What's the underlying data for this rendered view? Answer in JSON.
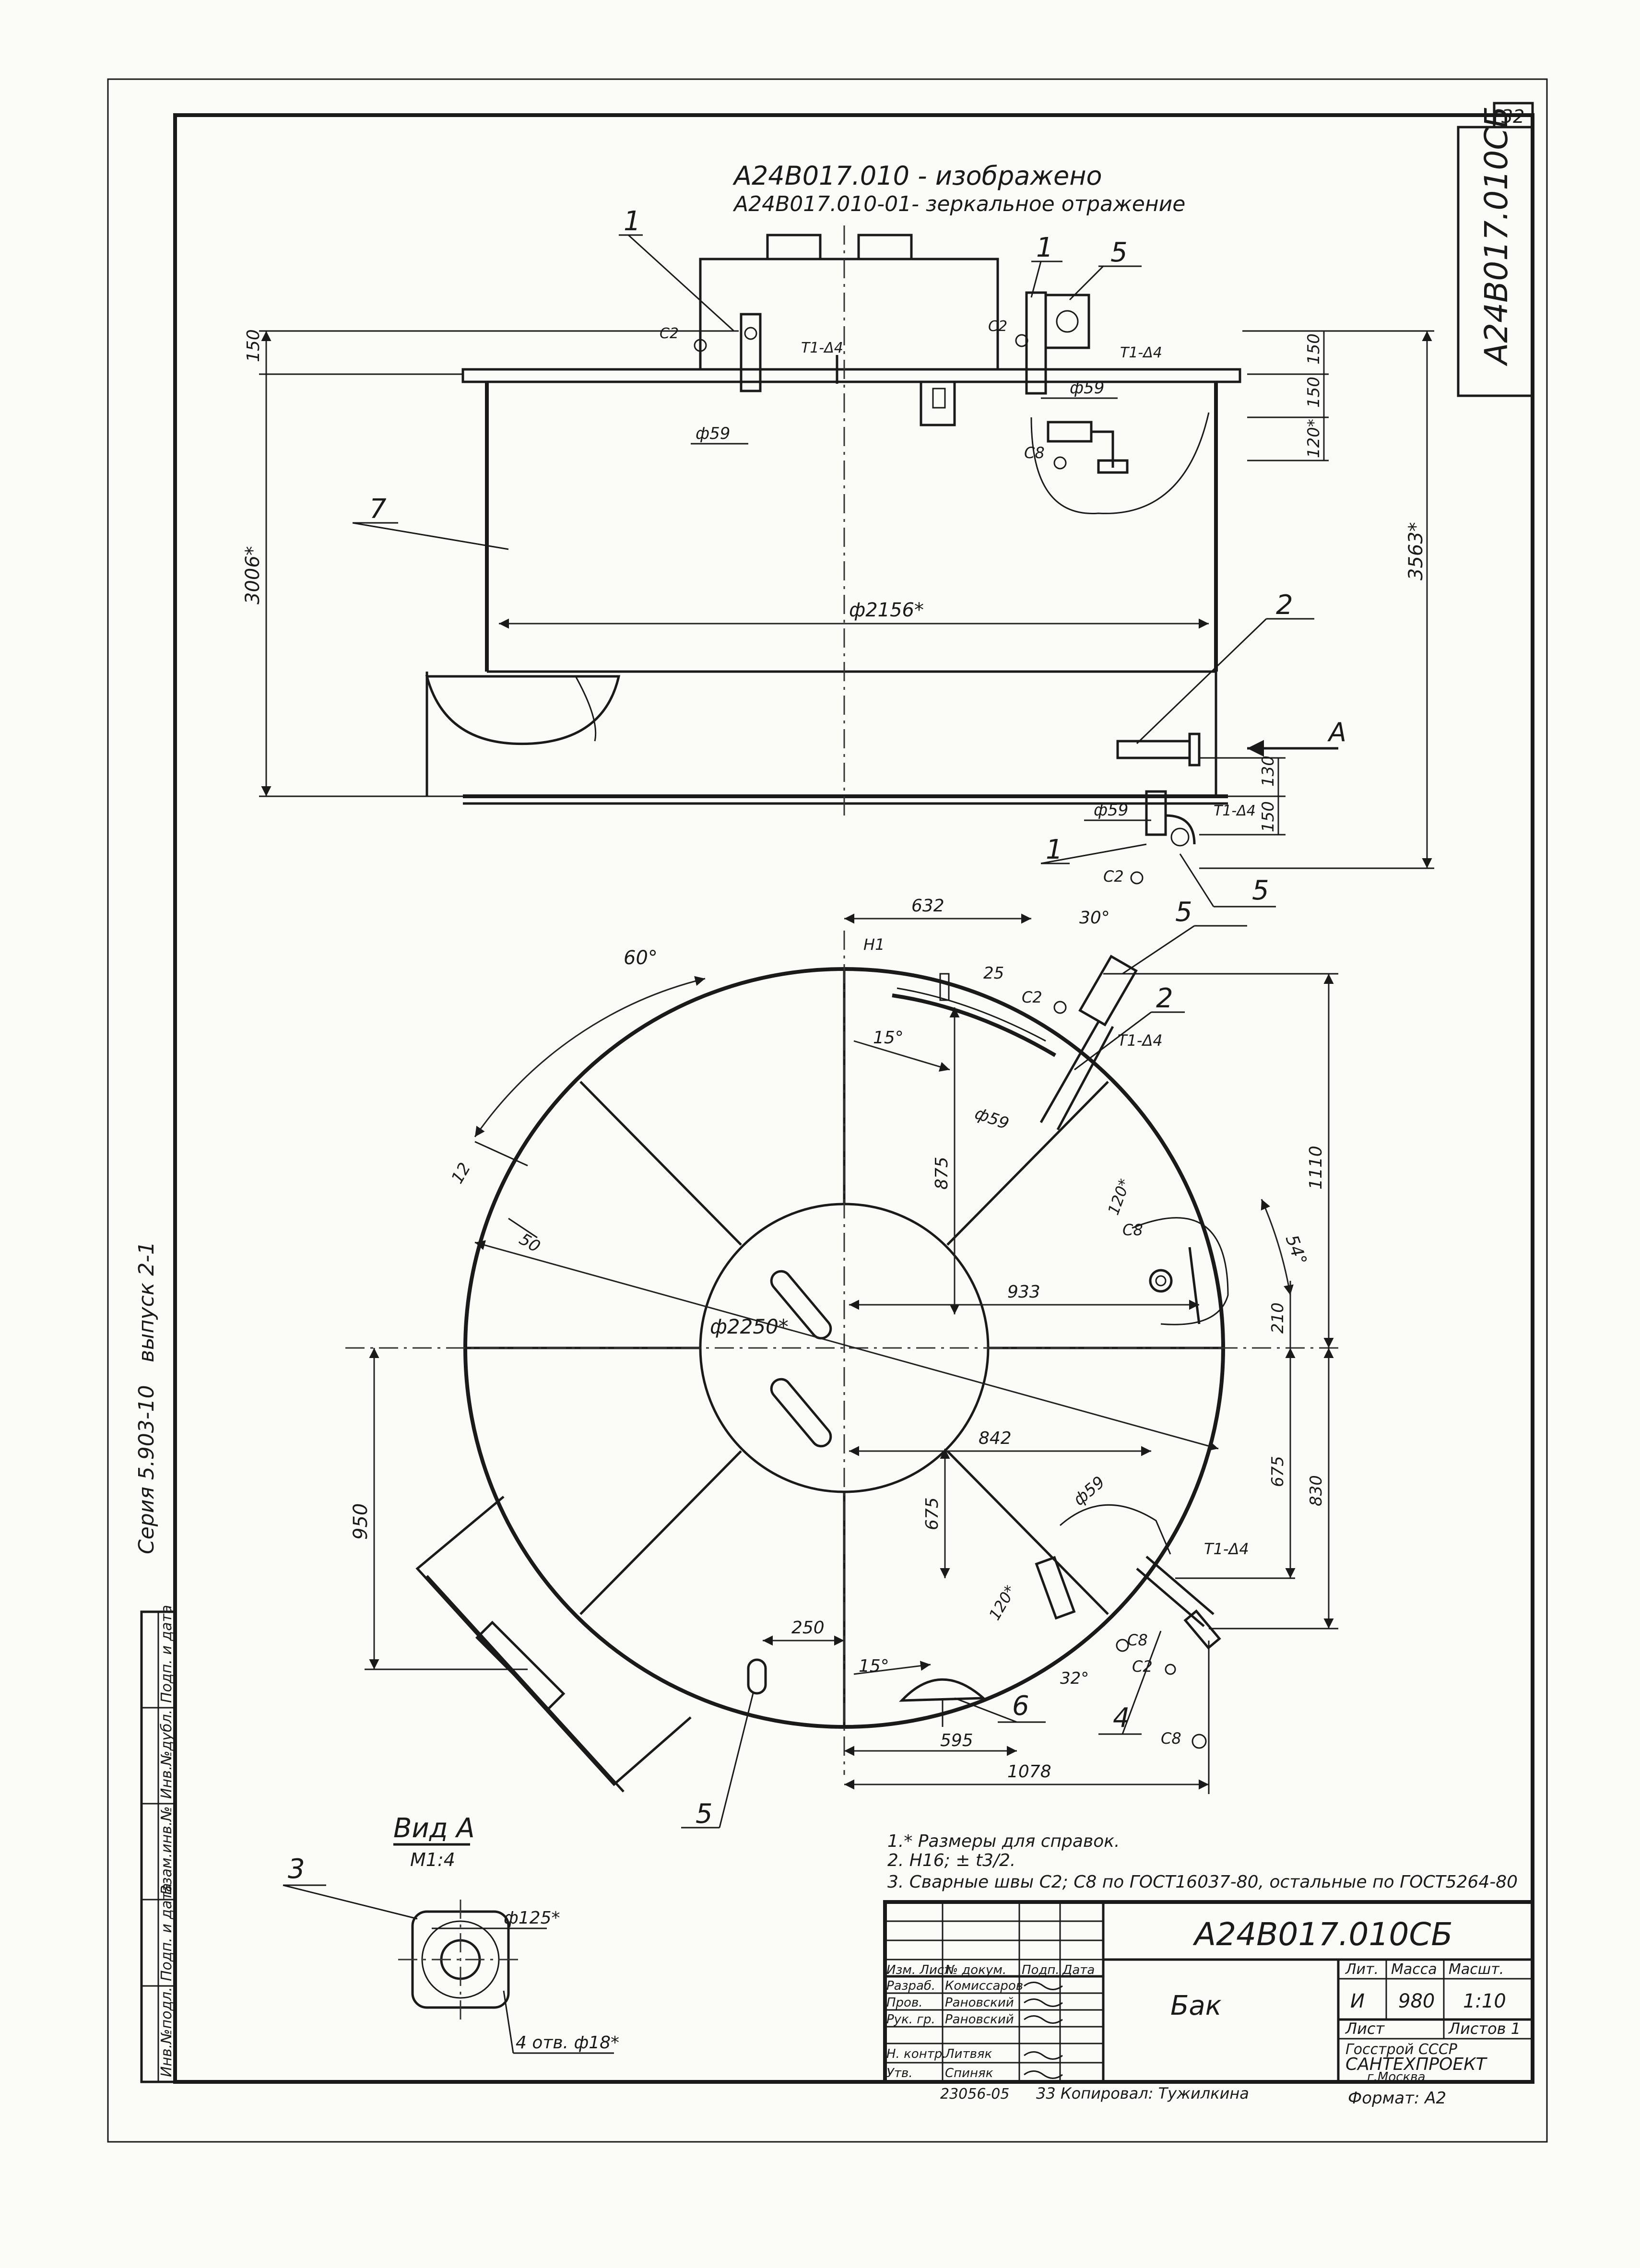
{
  "header": {
    "line1": "А24В017.010 - изображено",
    "line2": "А24В017.010-01- зеркальное отражение"
  },
  "sheet_number": "32",
  "side_stamp": "А24В017.010СБ",
  "left_margin": {
    "series": "Серия 5.903-10",
    "issue": "выпуск 2-1"
  },
  "side_table_cells": [
    "Инв.№подл.",
    "Подп. и дата",
    "Взам.инв.№",
    "Инв.№дубл.",
    "Подп. и дата"
  ],
  "top_view": {
    "positions": [
      "1",
      "5",
      "7",
      "2",
      "1",
      "5"
    ],
    "welds": [
      "С2",
      "С2",
      "Т1-Δ4",
      "Т1-Δ4",
      "С8",
      "С2",
      "Т1-Δ4"
    ],
    "dims": [
      "150",
      "150",
      "150",
      "120*",
      "3006*",
      "3563*",
      "ф2156*",
      "ф59",
      "ф59",
      "ф59",
      "130",
      "150"
    ],
    "view_marker": "А"
  },
  "plan_view": {
    "positions": [
      "5",
      "2",
      "5",
      "6",
      "4"
    ],
    "welds": [
      "Н1",
      "С2",
      "Т1-Δ4",
      "С8",
      "С8",
      "С2",
      "С8",
      "Т1-Δ4"
    ],
    "dims": [
      "632",
      "30°",
      "25",
      "15°",
      "ф59",
      "60°",
      "12",
      "50",
      "875",
      "120*",
      "54°",
      "1110",
      "933",
      "ф2250*",
      "210",
      "842",
      "675",
      "830",
      "675",
      "ф59",
      "950",
      "250",
      "120*",
      "15°",
      "32°",
      "595",
      "1078"
    ]
  },
  "view_a": {
    "title": "Вид А",
    "scale": "М1:4",
    "position": "3",
    "dim_diameter": "ф125*",
    "dim_holes": "4 отв. ф18*"
  },
  "notes": [
    "1.* Размеры для справок.",
    "2. Н16; ± t3/2.",
    "3. Сварные швы С2; С8 по ГОСТ16037-80, остальные по ГОСТ5264-80"
  ],
  "title_block": {
    "designation": "А24В017.010СБ",
    "name": "Бак",
    "rows": [
      {
        "role": "Изм. Лист",
        "name": "№ докум.",
        "sig": "Подп.",
        "date": "Дата"
      },
      {
        "role": "Разраб.",
        "name": "Комиссаров",
        "sig": "",
        "date": ""
      },
      {
        "role": "Пров.",
        "name": "Рановский",
        "sig": "",
        "date": ""
      },
      {
        "role": "Рук. гр.",
        "name": "Рановский",
        "sig": "",
        "date": ""
      },
      {
        "role": "",
        "name": "",
        "sig": "",
        "date": ""
      },
      {
        "role": "Н. контр.",
        "name": "Литвяк",
        "sig": "",
        "date": ""
      },
      {
        "role": "Утв.",
        "name": "Спиняк",
        "sig": "",
        "date": ""
      }
    ],
    "lit_label": "Лит.",
    "mass_label": "Масса",
    "scale_label": "Масшт.",
    "lit_value": "И",
    "mass_value": "980",
    "scale_value": "1:10",
    "sheet_label": "Лист",
    "sheets_label": "Листов 1",
    "org_line1": "Госстрой СССР",
    "org_line2": "САНТЕХПРОЕКТ",
    "org_line3": "г.Москва"
  },
  "footer": {
    "code": "23056-05",
    "copied": "33 Копировал: Тужилкина",
    "format": "Формат: А2"
  }
}
